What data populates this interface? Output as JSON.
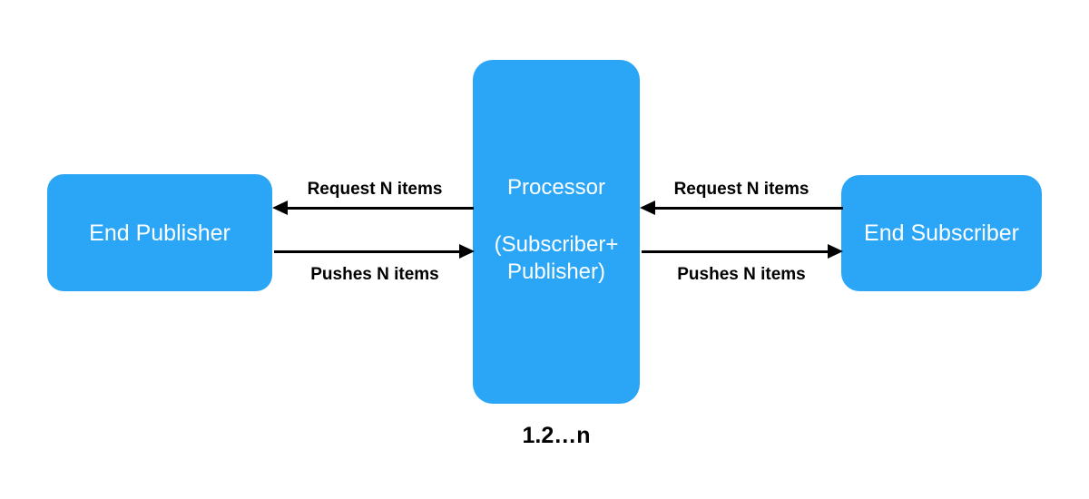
{
  "diagram": {
    "type": "flow-diagram",
    "background_color": "#ffffff",
    "node_color": "#2ba6f7",
    "node_text_color": "#ffffff",
    "edge_color": "#000000",
    "nodes": [
      {
        "id": "end-publisher",
        "label": "End Publisher"
      },
      {
        "id": "processor",
        "title": "Processor",
        "subtitle": "(Subscriber+ Publisher)"
      },
      {
        "id": "end-subscriber",
        "label": "End Subscriber"
      }
    ],
    "edges": [
      {
        "id": "left-request",
        "label": "Request N items",
        "from": "processor",
        "to": "end-publisher",
        "direction": "left"
      },
      {
        "id": "left-push",
        "label": "Pushes N items",
        "from": "end-publisher",
        "to": "processor",
        "direction": "right"
      },
      {
        "id": "right-request",
        "label": "Request N items",
        "from": "end-subscriber",
        "to": "processor",
        "direction": "left"
      },
      {
        "id": "right-push",
        "label": "Pushes N items",
        "from": "processor",
        "to": "end-subscriber",
        "direction": "right"
      }
    ],
    "caption": "1.2…n"
  }
}
